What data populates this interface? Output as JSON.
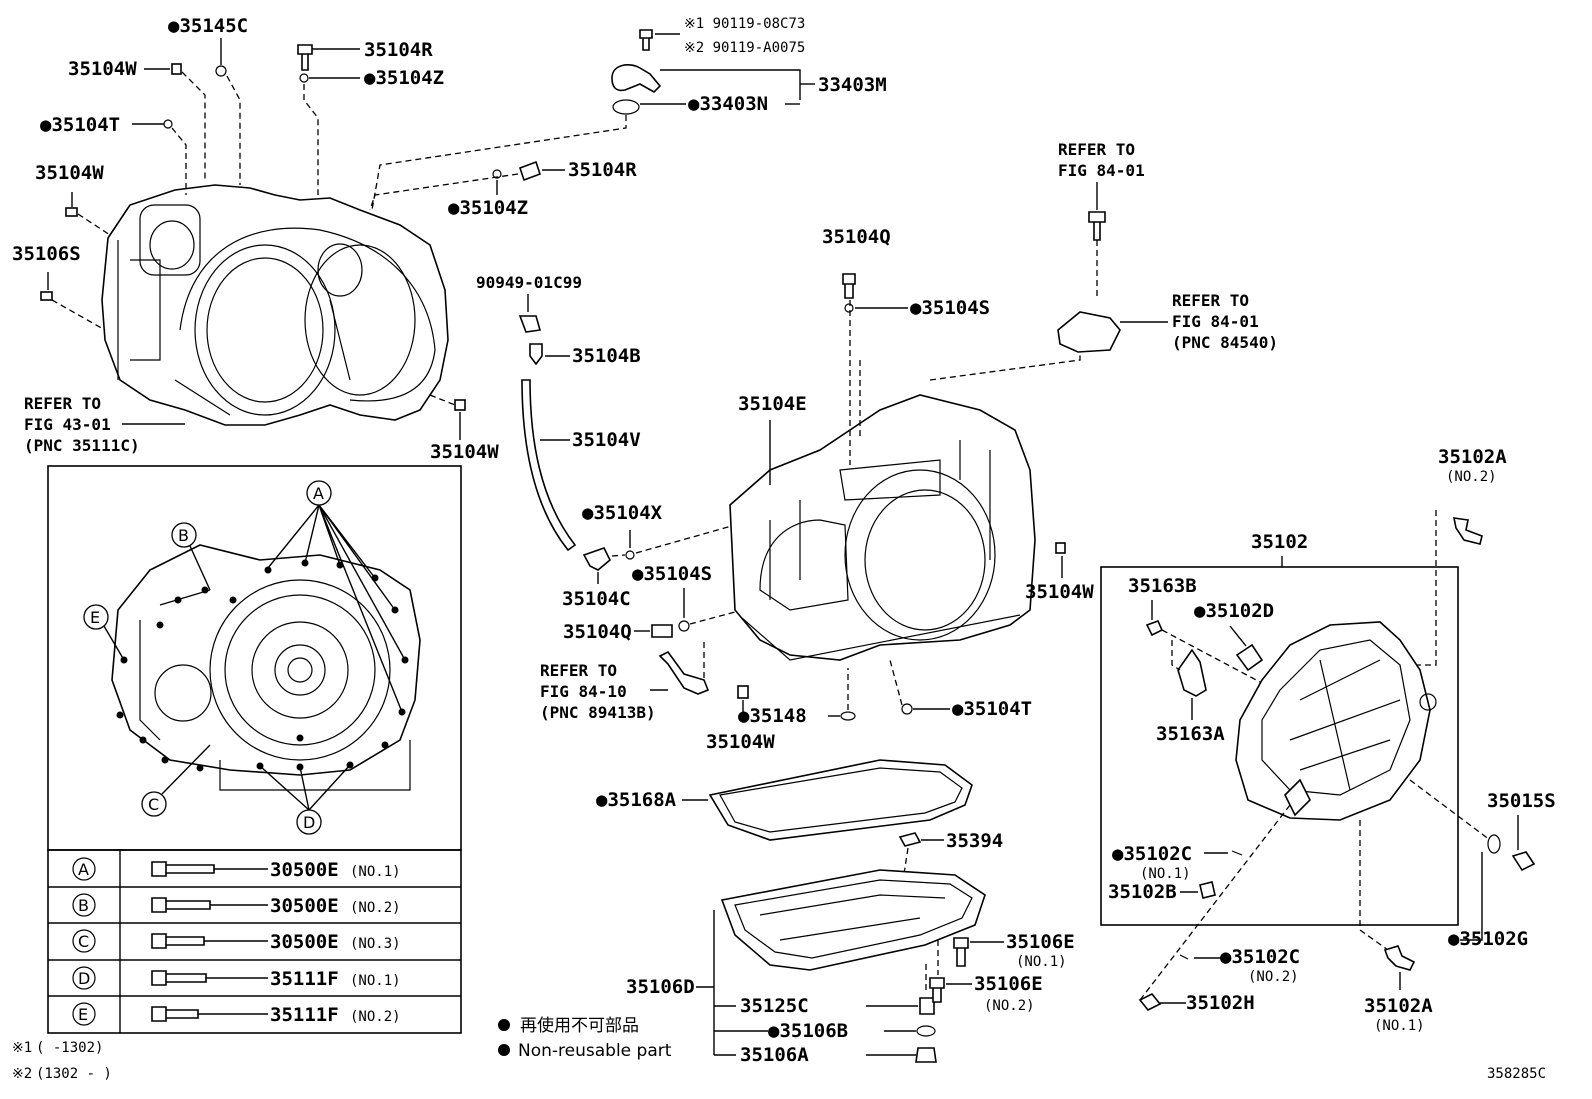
{
  "diagram_id": "358285C",
  "notes": {
    "note1_prefix": "※1",
    "note1_range": "(      -1302)",
    "note2_prefix": "※2",
    "note2_range": "(1302 -      )",
    "legend_reuse_jp": "再使用不可部品",
    "legend_reuse_en": "Non-reusable part"
  },
  "top_parts": {
    "p35145C": "●35145C",
    "p35104W_a": "35104W",
    "p35104R_a": "35104R",
    "p35104Z_a": "●35104Z",
    "p35104T_a": "●35104T",
    "p35104W_b": "35104W",
    "p35106S": "35106S",
    "p35104W_c": "35104W",
    "p35104R_b": "35104R",
    "p35104Z_b": "●35104Z",
    "p90119_1": "※1 90119-08C73",
    "p90119_2": "※2 90119-A0075",
    "p33403M": "33403M",
    "p33403N": "●33403N",
    "ref_43_1": "REFER TO",
    "ref_43_2": "FIG 43-01",
    "ref_43_3": "(PNC 35111C)"
  },
  "mid_parts": {
    "p90949": "90949-01C99",
    "p35104B": "35104B",
    "p35104V": "35104V",
    "p35104X": "●35104X",
    "p35104C": "35104C",
    "p35104S_a": "●35104S",
    "p35104Q_a": "35104Q",
    "p35104Q_b": "35104Q",
    "p35104S_b": "●35104S",
    "p35104E": "35104E",
    "p35104W_d": "35104W",
    "p35148": "●35148",
    "p35104W_e": "35104W",
    "p35104T_b": "●35104T",
    "ref_84_10_1": "REFER TO",
    "ref_84_10_2": "FIG 84-10",
    "ref_84_10_3": "(PNC 89413B)",
    "ref_84_01a_1": "REFER TO",
    "ref_84_01a_2": "FIG 84-01",
    "ref_84_01b_1": "REFER TO",
    "ref_84_01b_2": "FIG 84-01",
    "ref_84_01b_3": "(PNC 84540)"
  },
  "pan_parts": {
    "p35168A": "●35168A",
    "p35394": "35394",
    "p35106E_1": "35106E",
    "p35106E_1n": "(NO.1)",
    "p35106E_2": "35106E",
    "p35106E_2n": "(NO.2)",
    "p35106D": "35106D",
    "p35125C": "35125C",
    "p35106B": "●35106B",
    "p35106A": "35106A"
  },
  "right_parts": {
    "p35102A_top": "35102A",
    "p35102A_top_n": "(NO.2)",
    "p35102": "35102",
    "p35163B": "35163B",
    "p35102D": "●35102D",
    "p35163A": "35163A",
    "p35015S": "35015S",
    "p35102C_1": "●35102C",
    "p35102C_1n": "(NO.1)",
    "p35102B": "35102B",
    "p35102C_2": "●35102C",
    "p35102C_2n": "(NO.2)",
    "p35102G": "●35102G",
    "p35102H": "35102H",
    "p35102A_bot": "35102A",
    "p35102A_bot_n": "(NO.1)"
  },
  "callouts": {
    "A": "A",
    "B": "B",
    "C": "C",
    "D": "D",
    "E": "E"
  },
  "bolt_table": [
    {
      "key": "A",
      "part": "30500E",
      "note": "(NO.1)"
    },
    {
      "key": "B",
      "part": "30500E",
      "note": "(NO.2)"
    },
    {
      "key": "C",
      "part": "30500E",
      "note": "(NO.3)"
    },
    {
      "key": "D",
      "part": "35111F",
      "note": "(NO.1)"
    },
    {
      "key": "E",
      "part": "35111F",
      "note": "(NO.2)"
    }
  ]
}
